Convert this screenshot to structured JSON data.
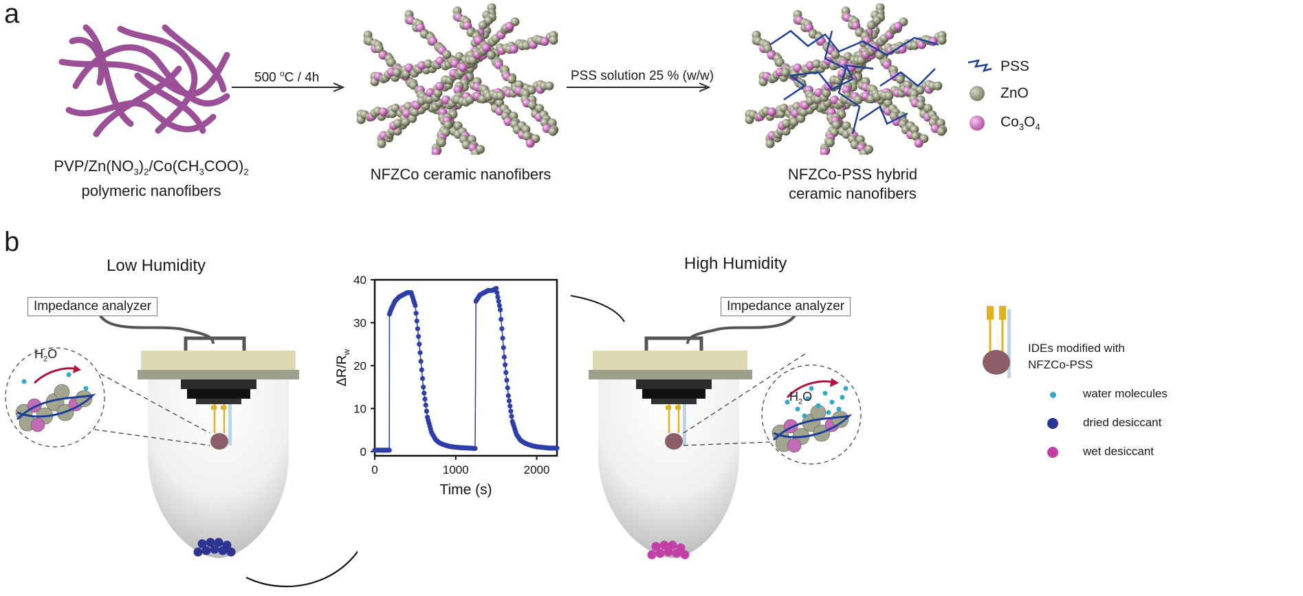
{
  "panel_a": {
    "letter": "a",
    "step1_line1": "PVP/Zn(NO",
    "step1_line2": "polymeric nanofibers",
    "step2_caption": "NFZCo ceramic nanofibers",
    "step3_line1": "NFZCo-PSS hybrid",
    "step3_line2": "ceramic nanofibers",
    "arrow1_label_a": "500",
    "arrow1_label_b": "o",
    "arrow1_label_c": "C / 4h",
    "arrow2_label": "PSS solution 25 % (w/w)",
    "legend": {
      "pss": "PSS",
      "zno": "ZnO",
      "co3o4": "Co"
    },
    "colors": {
      "polymer": "#9b4f96",
      "zno": "#8f9479",
      "co3o4": "#c46bb8",
      "pss": "#1d3f9a"
    }
  },
  "panel_b": {
    "letter": "b",
    "low_title": "Low Humidity",
    "high_title": "High Humidity",
    "analyzer_left": "Impedance analyzer",
    "analyzer_right": "Impedance analyzer",
    "h2o_left": "H",
    "h2o_right": "H",
    "legend": {
      "ides_line1": "IDEs modified with",
      "ides_line2": "NFZCo-PSS",
      "water": "water molecules",
      "dried": "dried desiccant",
      "wet": "wet desiccant"
    },
    "colors": {
      "dried": "#2d3592",
      "wet": "#c23fa6",
      "water": "#34a8c8",
      "lid": "#ddd9b3",
      "plate": "#9d9f8d"
    }
  },
  "chart_data": {
    "type": "scatter",
    "xlabel": "Time (s)",
    "ylabel": "ΔR/R",
    "ylabel_sub": "w",
    "xlim": [
      0,
      2250
    ],
    "ylim": [
      -1,
      40
    ],
    "xticks": [
      0,
      1000,
      2000
    ],
    "yticks": [
      0,
      10,
      20,
      30,
      40
    ],
    "grid": false,
    "series": [
      {
        "x": [
          0,
          40,
          80,
          120,
          160,
          180,
          182,
          200,
          250,
          300,
          350,
          400,
          450,
          500,
          550,
          600,
          650,
          700,
          750,
          800,
          850,
          900,
          950,
          1000,
          1050,
          1100,
          1150,
          1200,
          1220,
          1240,
          1250,
          1300,
          1350,
          1400,
          1450,
          1500,
          1550,
          1600,
          1650,
          1700,
          1750,
          1800,
          1850,
          1900,
          1950,
          2000,
          2050,
          2100,
          2150,
          2200,
          2250
        ],
        "y": [
          0.3,
          0.3,
          0.3,
          0.3,
          0.3,
          0.3,
          32,
          33,
          35,
          36,
          36.5,
          37,
          37,
          34,
          25,
          15,
          8,
          4.5,
          2.8,
          2,
          1.6,
          1.3,
          1.1,
          1,
          0.9,
          0.85,
          0.8,
          0.75,
          0.7,
          0.7,
          35,
          36.5,
          37,
          37.5,
          37.5,
          38,
          33,
          22,
          13,
          7,
          4,
          2.6,
          2,
          1.6,
          1.3,
          1.1,
          1,
          0.9,
          0.8,
          0.8,
          0.8
        ]
      }
    ]
  }
}
